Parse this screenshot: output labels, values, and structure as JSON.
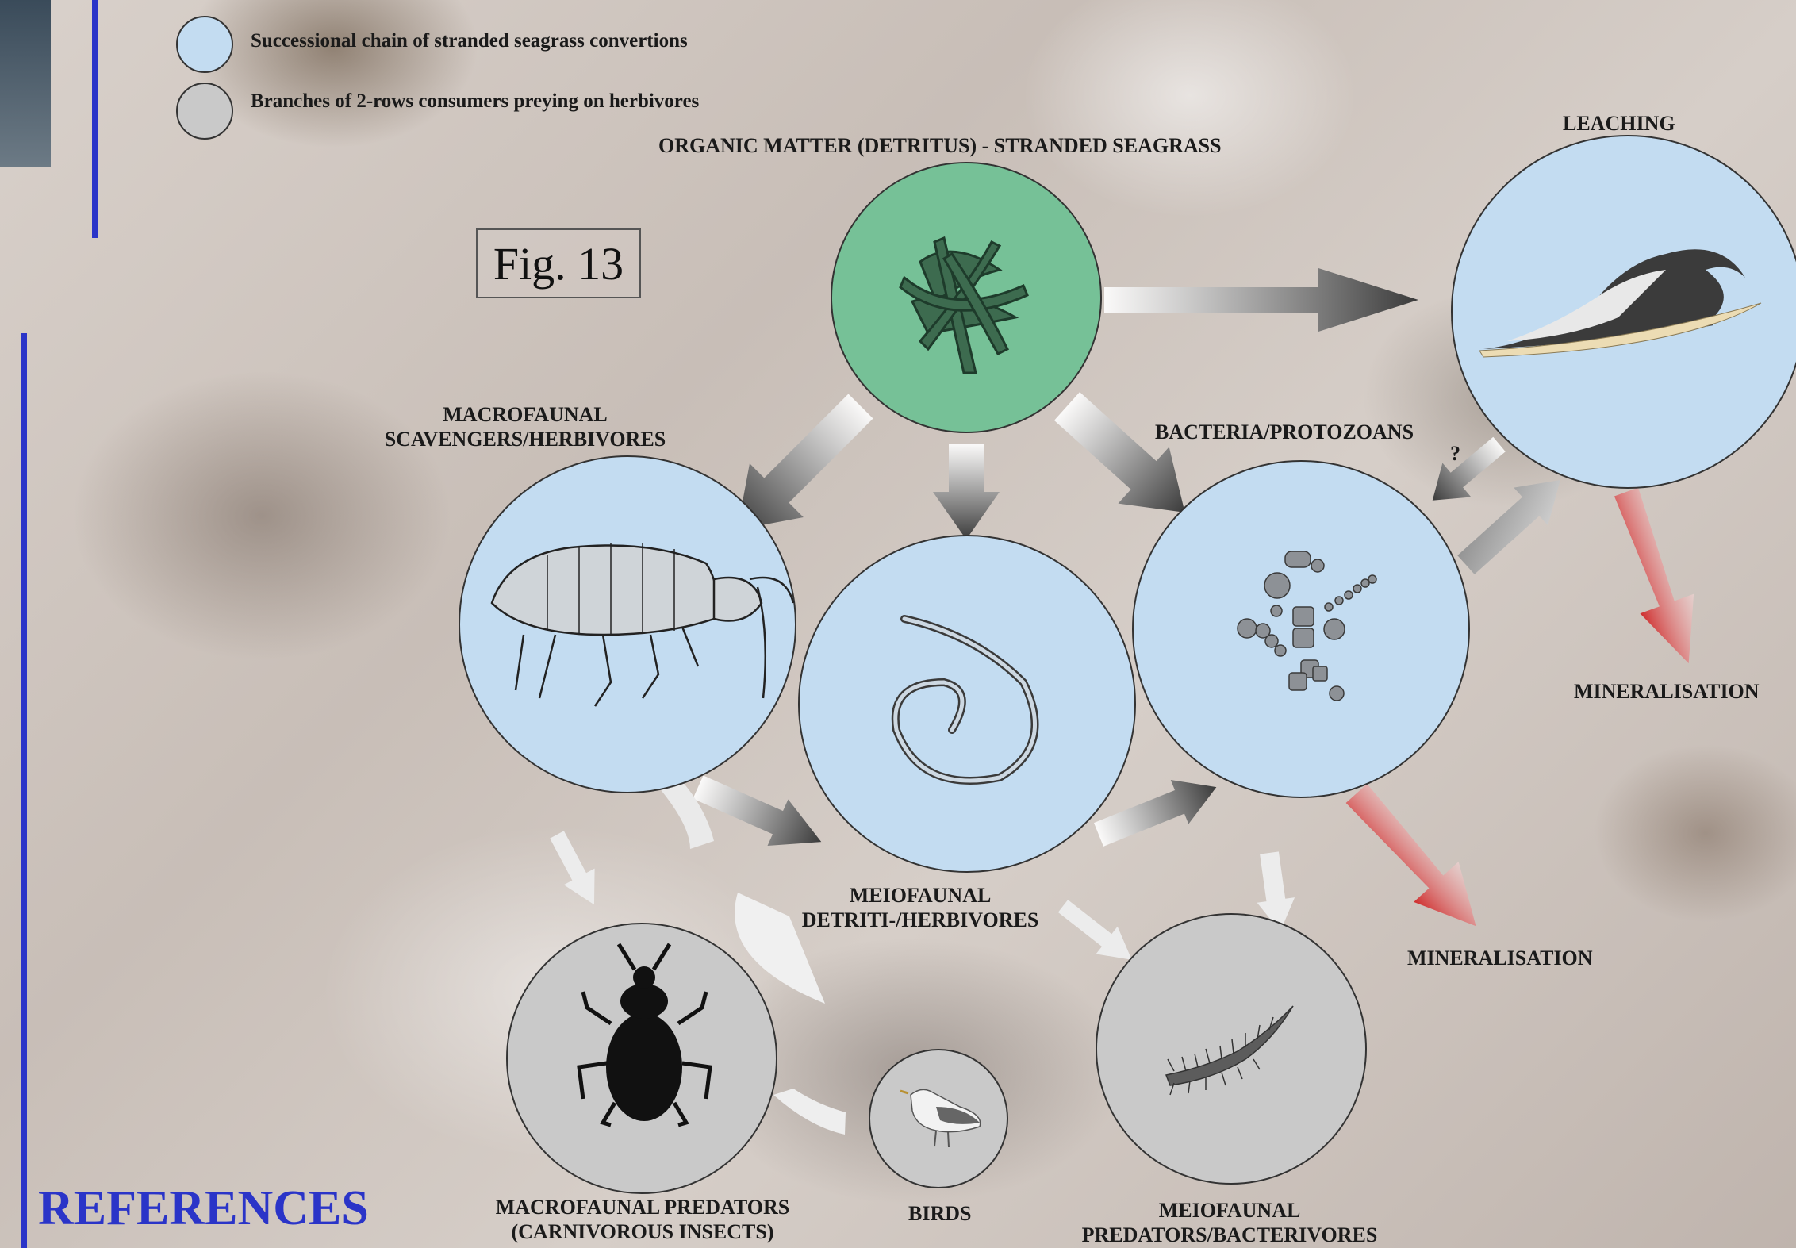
{
  "figure_label": "Fig. 13",
  "legend": {
    "items": [
      {
        "text": "Successional chain of stranded seagrass convertions",
        "color": "#c3dcf1"
      },
      {
        "text": "Branches of 2-rows consumers preying on herbivores",
        "color": "#c9c9c9"
      }
    ]
  },
  "nodes": {
    "detritus": "ORGANIC MATTER (DETRITUS) - STRANDED SEAGRASS",
    "leaching": "LEACHING",
    "macro_scavengers": [
      "MACROFAUNAL",
      "SCAVENGERS/HERBIVORES"
    ],
    "bacteria": "BACTERIA/PROTOZOANS",
    "question_mark": "?",
    "mineralisation_1": "MINERALISATION",
    "mineralisation_2": "MINERALISATION",
    "meio_herbivores": [
      "MEIOFAUNAL",
      "DETRITI-/HERBIVORES"
    ],
    "macro_predators": [
      "MACROFAUNAL PREDATORS",
      "(CARNIVOROUS INSECTS)"
    ],
    "birds": "BIRDS",
    "meio_predators": [
      "MEIOFAUNAL",
      "PREDATORS/BACTERIVORES"
    ]
  },
  "colors": {
    "chain_circle": "#c3dcf1",
    "predator_circle": "#c9c9c9",
    "detritus_circle": "#76c197",
    "accent_line": "#2a34c8",
    "mineralisation_arrow": "#d23a3a"
  },
  "footer": {
    "references_label": "REFERENCES"
  }
}
